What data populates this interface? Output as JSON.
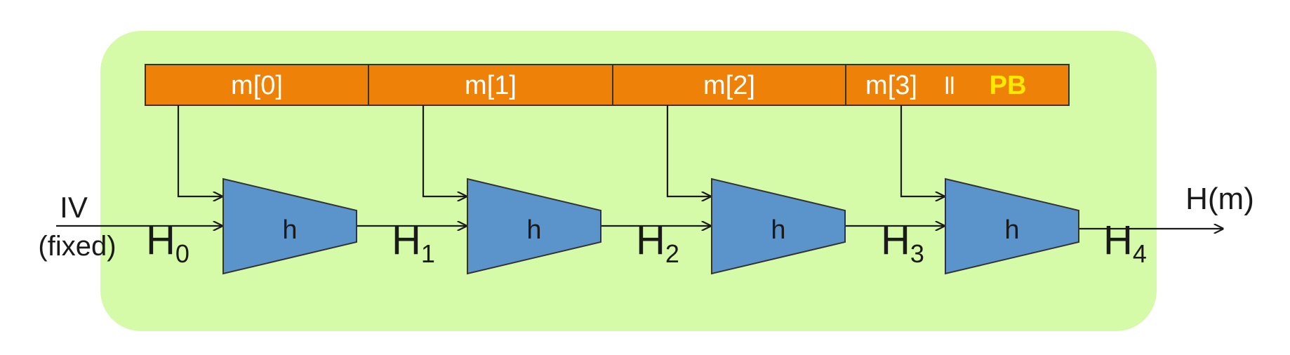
{
  "diagram": {
    "input": {
      "label": "IV",
      "note": "(fixed)"
    },
    "blocks": [
      {
        "label": "m[0]"
      },
      {
        "label": "m[1]"
      },
      {
        "label": "m[2]"
      },
      {
        "label": "m[3]",
        "separator": "ll",
        "padding": "PB"
      }
    ],
    "compressor_label": "h",
    "chain_values": [
      {
        "base": "H",
        "sub": "0"
      },
      {
        "base": "H",
        "sub": "1"
      },
      {
        "base": "H",
        "sub": "2"
      },
      {
        "base": "H",
        "sub": "3"
      },
      {
        "base": "H",
        "sub": "4"
      }
    ],
    "output": {
      "label": "H(m)"
    },
    "colors": {
      "background_panel": "#d5fba9",
      "message_block": "#ee8108",
      "compressor": "#5b93cb",
      "padding_text": "#ffe900",
      "block_text": "#ffffff",
      "line": "#1a1a1a"
    }
  }
}
